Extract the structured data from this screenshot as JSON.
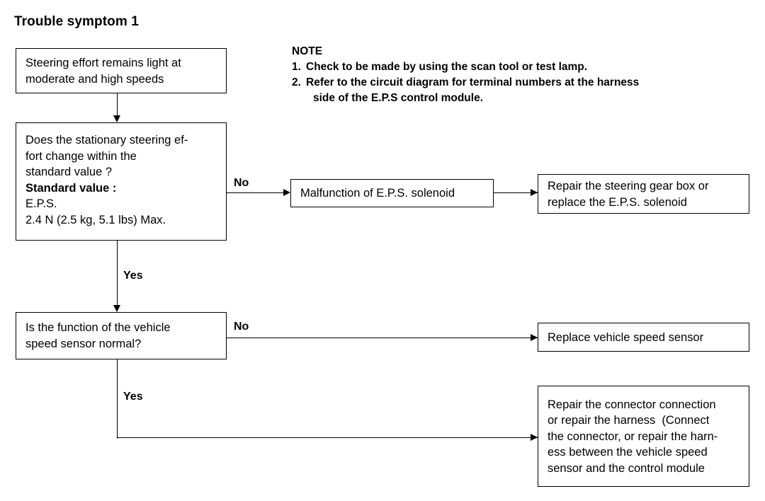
{
  "title": "Trouble symptom 1",
  "note": {
    "heading": "NOTE",
    "items": [
      {
        "num": "1.",
        "line1": "Check to be made by using the scan tool or test lamp.",
        "line2": ""
      },
      {
        "num": "2.",
        "line1": "Refer to the circuit diagram for terminal numbers at the harness",
        "line2": "side of the E.P.S control module."
      }
    ]
  },
  "boxes": {
    "symptom": {
      "lines": [
        "Steering effort remains light at",
        "moderate and high speeds"
      ]
    },
    "question_effort": {
      "lines": [
        "Does the stationary steering ef-",
        "fort change within the",
        "standard value ?",
        "Standard value :",
        "E.P.S.",
        "2.4 N (2.5 kg, 5.1 lbs) Max."
      ],
      "bold_lines": [
        3
      ]
    },
    "solenoid_malfunction": {
      "lines": [
        "Malfunction of E.P.S. solenoid"
      ]
    },
    "repair_gear_box": {
      "lines": [
        "Repair the steering gear box or",
        "replace the E.P.S. solenoid"
      ]
    },
    "question_speed_sensor": {
      "lines": [
        "Is the function of the vehicle",
        "speed sensor normal?"
      ]
    },
    "replace_speed_sensor": {
      "lines": [
        "Replace vehicle speed sensor"
      ]
    },
    "repair_connector": {
      "lines": [
        "Repair the connector connection",
        "or repair the harness  (Connect",
        "the connector, or repair the harn-",
        "ess between the vehicle speed",
        "sensor and the control module"
      ]
    }
  },
  "labels": {
    "no_effort": "No",
    "yes_effort": "Yes",
    "no_speed_sensor": "No",
    "yes_speed_sensor": "Yes"
  },
  "colors": {
    "line": "#000000",
    "background": "#ffffff",
    "text": "#000000"
  }
}
